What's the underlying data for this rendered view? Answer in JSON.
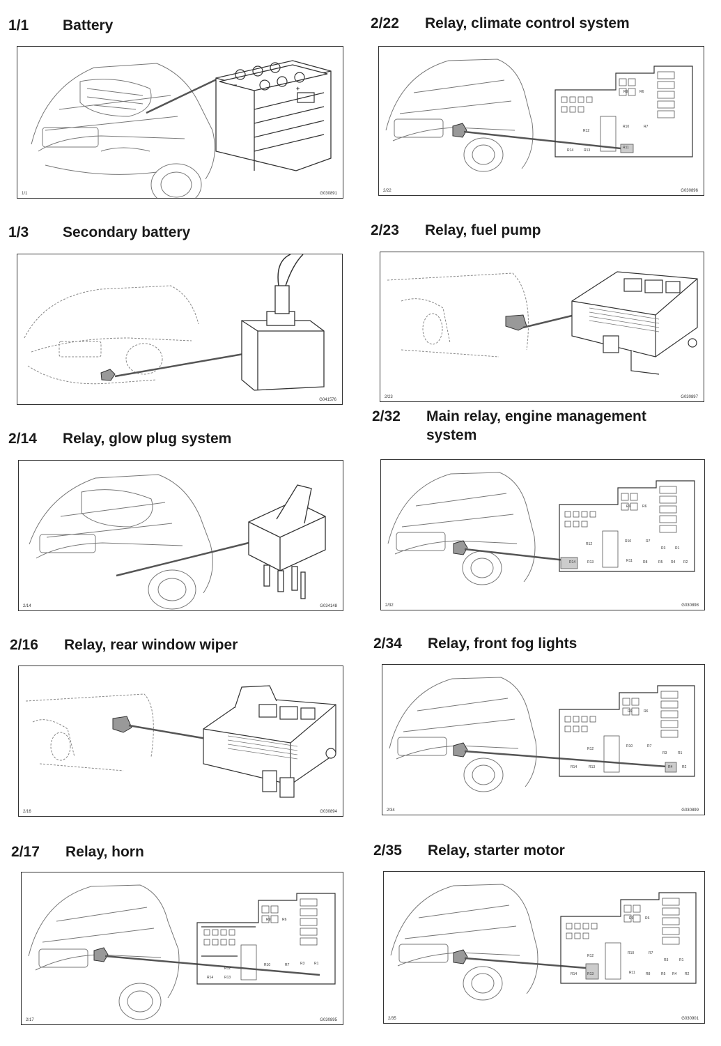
{
  "sections": [
    {
      "code": "1/1",
      "title": "Battery",
      "panel_code": "1/1",
      "fig": "G030891"
    },
    {
      "code": "1/3",
      "title": "Secondary battery",
      "panel_code": "",
      "fig": "G041576"
    },
    {
      "code": "2/14",
      "title": "Relay, glow plug system",
      "panel_code": "2/14",
      "fig": "G034148"
    },
    {
      "code": "2/16",
      "title": "Relay, rear window wiper",
      "panel_code": "2/16",
      "fig": "G030894"
    },
    {
      "code": "2/17",
      "title": "Relay, horn",
      "panel_code": "2/17",
      "fig": "G030895"
    },
    {
      "code": "2/22",
      "title": "Relay, climate control system",
      "panel_code": "2/22",
      "fig": "G030896"
    },
    {
      "code": "2/23",
      "title": "Relay, fuel pump",
      "panel_code": "2/23",
      "fig": "G030897"
    },
    {
      "code": "2/32",
      "title": "Main relay, engine management system",
      "panel_code": "2/32",
      "fig": "G030898"
    },
    {
      "code": "2/34",
      "title": "Relay, front fog lights",
      "panel_code": "2/34",
      "fig": "G030899"
    },
    {
      "code": "2/35",
      "title": "Relay, starter motor",
      "panel_code": "2/35",
      "fig": "G030901"
    }
  ],
  "relay_labels": {
    "r9": "R9",
    "r6": "R6",
    "r12": "R12",
    "r10": "R10",
    "r7": "R7",
    "r3": "R3",
    "r1": "R1",
    "r14": "R14",
    "r13": "R13",
    "r11": "R11",
    "r8": "R8",
    "r5": "R5",
    "r4": "R4",
    "r2": "R2"
  }
}
